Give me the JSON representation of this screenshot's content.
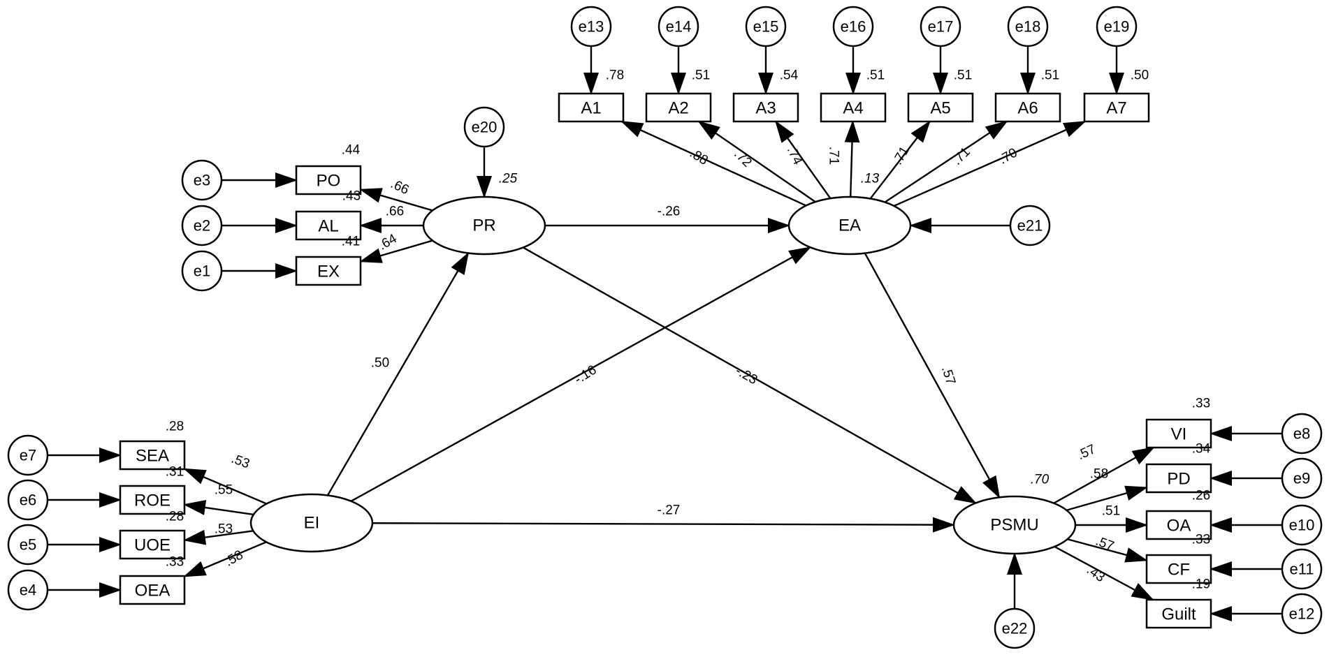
{
  "latents": [
    {
      "id": "PR",
      "label": "PR"
    },
    {
      "id": "EA",
      "label": "EA"
    },
    {
      "id": "EI",
      "label": "EI"
    },
    {
      "id": "PSMU",
      "label": "PSMU"
    }
  ],
  "observed": [
    {
      "id": "A1",
      "label": "A1",
      "r2": ".78"
    },
    {
      "id": "A2",
      "label": "A2",
      "r2": ".51"
    },
    {
      "id": "A3",
      "label": "A3",
      "r2": ".54"
    },
    {
      "id": "A4",
      "label": "A4",
      "r2": ".51"
    },
    {
      "id": "A5",
      "label": "A5",
      "r2": ".51"
    },
    {
      "id": "A6",
      "label": "A6",
      "r2": ".51"
    },
    {
      "id": "A7",
      "label": "A7",
      "r2": ".50"
    },
    {
      "id": "PO",
      "label": "PO",
      "r2": ".44"
    },
    {
      "id": "AL",
      "label": "AL",
      "r2": ".43"
    },
    {
      "id": "EX",
      "label": "EX",
      "r2": ".41"
    },
    {
      "id": "SEA",
      "label": "SEA",
      "r2": ".28"
    },
    {
      "id": "ROE",
      "label": "ROE",
      "r2": ".31"
    },
    {
      "id": "UOE",
      "label": "UOE",
      "r2": ".28"
    },
    {
      "id": "OEA",
      "label": "OEA",
      "r2": ".33"
    },
    {
      "id": "VI",
      "label": "VI",
      "r2": ".33"
    },
    {
      "id": "PD",
      "label": "PD",
      "r2": ".34"
    },
    {
      "id": "OA",
      "label": "OA",
      "r2": ".26"
    },
    {
      "id": "CF",
      "label": "CF",
      "r2": ".33"
    },
    {
      "id": "Guilt",
      "label": "Guilt",
      "r2": ".19"
    }
  ],
  "errors": [
    {
      "id": "e1",
      "label": "e1"
    },
    {
      "id": "e2",
      "label": "e2"
    },
    {
      "id": "e3",
      "label": "e3"
    },
    {
      "id": "e4",
      "label": "e4"
    },
    {
      "id": "e5",
      "label": "e5"
    },
    {
      "id": "e6",
      "label": "e6"
    },
    {
      "id": "e7",
      "label": "e7"
    },
    {
      "id": "e8",
      "label": "e8"
    },
    {
      "id": "e9",
      "label": "e9"
    },
    {
      "id": "e10",
      "label": "e10"
    },
    {
      "id": "e11",
      "label": "e11"
    },
    {
      "id": "e12",
      "label": "e12"
    },
    {
      "id": "e13",
      "label": "e13"
    },
    {
      "id": "e14",
      "label": "e14"
    },
    {
      "id": "e15",
      "label": "e15"
    },
    {
      "id": "e16",
      "label": "e16"
    },
    {
      "id": "e17",
      "label": "e17"
    },
    {
      "id": "e18",
      "label": "e18"
    },
    {
      "id": "e19",
      "label": "e19"
    },
    {
      "id": "e20",
      "label": "e20"
    },
    {
      "id": "e21",
      "label": "e21"
    },
    {
      "id": "e22",
      "label": "e22"
    }
  ],
  "latent_r2": [
    {
      "id": "PR",
      "value": ".25"
    },
    {
      "id": "EA",
      "value": ".13"
    },
    {
      "id": "PSMU",
      "value": ".70"
    }
  ],
  "paths": [
    {
      "from": "PR",
      "to": "PO",
      "coef": ".66"
    },
    {
      "from": "PR",
      "to": "AL",
      "coef": ".66"
    },
    {
      "from": "PR",
      "to": "EX",
      "coef": ".64"
    },
    {
      "from": "EA",
      "to": "A1",
      "coef": ".88"
    },
    {
      "from": "EA",
      "to": "A2",
      "coef": ".72"
    },
    {
      "from": "EA",
      "to": "A3",
      "coef": ".74"
    },
    {
      "from": "EA",
      "to": "A4",
      "coef": ".71"
    },
    {
      "from": "EA",
      "to": "A5",
      "coef": ".71"
    },
    {
      "from": "EA",
      "to": "A6",
      "coef": ".71"
    },
    {
      "from": "EA",
      "to": "A7",
      "coef": ".70"
    },
    {
      "from": "EI",
      "to": "SEA",
      "coef": ".53"
    },
    {
      "from": "EI",
      "to": "ROE",
      "coef": ".55"
    },
    {
      "from": "EI",
      "to": "UOE",
      "coef": ".53"
    },
    {
      "from": "EI",
      "to": "OEA",
      "coef": ".58"
    },
    {
      "from": "PSMU",
      "to": "VI",
      "coef": ".57"
    },
    {
      "from": "PSMU",
      "to": "PD",
      "coef": ".58"
    },
    {
      "from": "PSMU",
      "to": "OA",
      "coef": ".51"
    },
    {
      "from": "PSMU",
      "to": "CF",
      "coef": ".57"
    },
    {
      "from": "PSMU",
      "to": "Guilt",
      "coef": ".43"
    },
    {
      "from": "PR",
      "to": "EA",
      "coef": "-.26"
    },
    {
      "from": "EI",
      "to": "PR",
      "coef": ".50"
    },
    {
      "from": "EI",
      "to": "EA",
      "coef": "-.16"
    },
    {
      "from": "PR",
      "to": "PSMU",
      "coef": "-.23"
    },
    {
      "from": "EA",
      "to": "PSMU",
      "coef": ".57"
    },
    {
      "from": "EI",
      "to": "PSMU",
      "coef": "-.27"
    }
  ],
  "error_links": [
    {
      "from": "e1",
      "to": "EX"
    },
    {
      "from": "e2",
      "to": "AL"
    },
    {
      "from": "e3",
      "to": "PO"
    },
    {
      "from": "e4",
      "to": "OEA"
    },
    {
      "from": "e5",
      "to": "UOE"
    },
    {
      "from": "e6",
      "to": "ROE"
    },
    {
      "from": "e7",
      "to": "SEA"
    },
    {
      "from": "e8",
      "to": "VI"
    },
    {
      "from": "e9",
      "to": "PD"
    },
    {
      "from": "e10",
      "to": "OA"
    },
    {
      "from": "e11",
      "to": "CF"
    },
    {
      "from": "e12",
      "to": "Guilt"
    },
    {
      "from": "e13",
      "to": "A1"
    },
    {
      "from": "e14",
      "to": "A2"
    },
    {
      "from": "e15",
      "to": "A3"
    },
    {
      "from": "e16",
      "to": "A4"
    },
    {
      "from": "e17",
      "to": "A5"
    },
    {
      "from": "e18",
      "to": "A6"
    },
    {
      "from": "e19",
      "to": "A7"
    },
    {
      "from": "e20",
      "to": "PR"
    },
    {
      "from": "e21",
      "to": "EA"
    },
    {
      "from": "e22",
      "to": "PSMU"
    }
  ]
}
